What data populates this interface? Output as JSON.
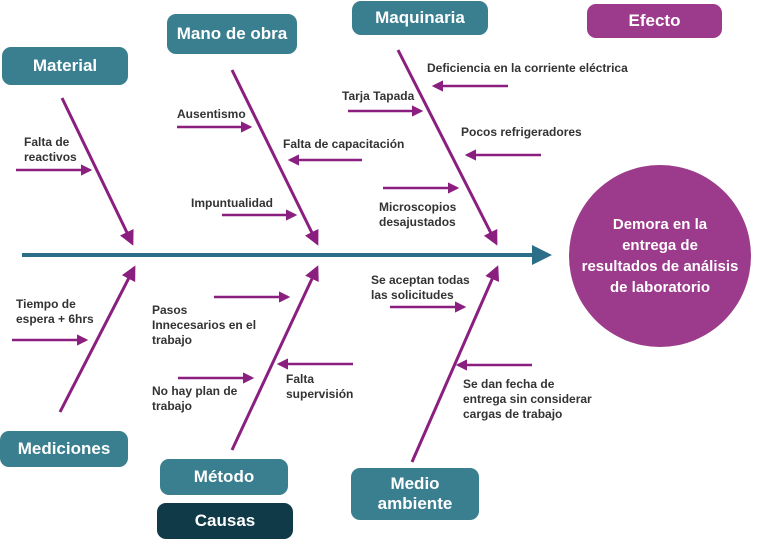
{
  "effect": {
    "label": "Efecto",
    "text": "Demora en la\nentrega de\nresultados de análisis\nde laboratorio"
  },
  "legend": {
    "causes_label": "Causas"
  },
  "categories": {
    "material": "Material",
    "mano_de_obra": "Mano de obra",
    "maquinaria": "Maquinaria",
    "mediciones": "Mediciones",
    "metodo": "Método",
    "medio_ambiente": "Medio\nambiente"
  },
  "causes": {
    "material": [
      "Falta de\nreactivos"
    ],
    "mano_de_obra": [
      "Ausentismo",
      "Falta de capacitación",
      "Impuntualidad"
    ],
    "maquinaria": [
      "Deficiencia en la corriente eléctrica",
      "Tarja Tapada",
      "Pocos refrigeradores",
      "Microscopios\ndesajustados"
    ],
    "mediciones": [
      "Tiempo de\nespera + 6hrs"
    ],
    "metodo": [
      "Pasos\nInnecesarios en el\ntrabajo",
      "No hay plan de\ntrabajo",
      "Falta\nsupervisión"
    ],
    "medio_ambiente": [
      "Se aceptan todas\nlas solicitudes",
      "Se dan fecha de\nentrega sin considerar\ncargas de trabajo"
    ]
  },
  "colors": {
    "teal": "#3a7f8f",
    "purple": "#9c3b8c",
    "arrow_purple": "#8a1f80",
    "dark_teal": "#103a47",
    "spine": "#2a6e8a"
  }
}
